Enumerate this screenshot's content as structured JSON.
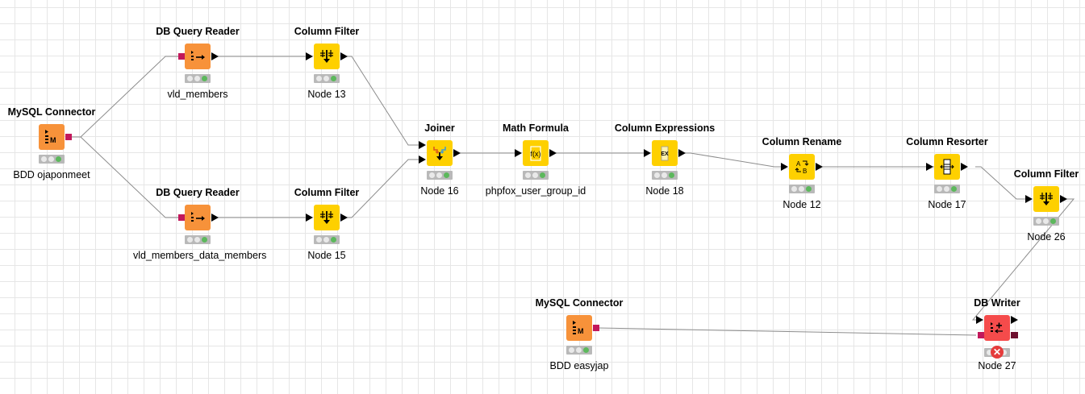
{
  "colors": {
    "source_node": "#f7923a",
    "manipulator_node": "#fed000",
    "sink_node": "#f54b4b",
    "db_port": "#c2185b",
    "status_green": "#5cb85c",
    "status_error": "#e53c3c",
    "connection": "#8c8c8c"
  },
  "nodes": [
    {
      "id": "mysql1",
      "title": "MySQL Connector",
      "label": "BDD ojaponmeet",
      "type": "source",
      "icon": "mysql-icon",
      "status": "executed"
    },
    {
      "id": "dbq1",
      "title": "DB Query Reader",
      "label": "vld_members",
      "type": "source",
      "icon": "db-query-reader-icon",
      "status": "executed"
    },
    {
      "id": "cf13",
      "title": "Column Filter",
      "label": "Node 13",
      "type": "manipulator",
      "icon": "column-filter-icon",
      "status": "executed"
    },
    {
      "id": "dbq2",
      "title": "DB Query Reader",
      "label": "vld_members_data_members",
      "type": "source",
      "icon": "db-query-reader-icon",
      "status": "executed"
    },
    {
      "id": "cf15",
      "title": "Column Filter",
      "label": "Node 15",
      "type": "manipulator",
      "icon": "column-filter-icon",
      "status": "executed"
    },
    {
      "id": "joiner",
      "title": "Joiner",
      "label": "Node 16",
      "type": "manipulator",
      "icon": "joiner-icon",
      "status": "executed"
    },
    {
      "id": "math",
      "title": "Math Formula",
      "label": "phpfox_user_group_id",
      "type": "manipulator",
      "icon": "math-formula-icon",
      "status": "executed"
    },
    {
      "id": "colexp",
      "title": "Column Expressions",
      "label": "Node 18",
      "type": "manipulator",
      "icon": "column-expressions-icon",
      "status": "executed"
    },
    {
      "id": "colren",
      "title": "Column Rename",
      "label": "Node 12",
      "type": "manipulator",
      "icon": "column-rename-icon",
      "status": "executed"
    },
    {
      "id": "colres",
      "title": "Column Resorter",
      "label": "Node 17",
      "type": "manipulator",
      "icon": "column-resorter-icon",
      "status": "executed"
    },
    {
      "id": "cf26",
      "title": "Column Filter",
      "label": "Node 26",
      "type": "manipulator",
      "icon": "column-filter-icon",
      "status": "executed"
    },
    {
      "id": "mysql2",
      "title": "MySQL Connector",
      "label": "BDD easyjap",
      "type": "source",
      "icon": "mysql-icon",
      "status": "executed"
    },
    {
      "id": "dbwriter",
      "title": "DB Writer",
      "label": "Node 27",
      "type": "sink",
      "icon": "db-writer-icon",
      "status": "error"
    }
  ],
  "status_icons": {
    "error": "✕"
  },
  "icon_glyphs": {
    "math": "f(x)",
    "expressions": "EX",
    "rename_top": "A",
    "rename_bottom": "B",
    "mysql": "M"
  }
}
